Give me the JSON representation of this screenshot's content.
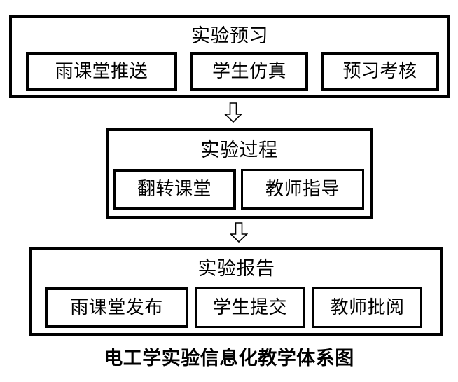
{
  "figure": {
    "caption": "电工学实验信息化教学体系图",
    "background_color": "#ffffff",
    "line_color": "#000000"
  },
  "stages": [
    {
      "title": "实验预习",
      "steps": [
        {
          "label": "雨课堂推送"
        },
        {
          "label": "学生仿真"
        },
        {
          "label": "预习考核"
        }
      ]
    },
    {
      "title": "实验过程",
      "steps": [
        {
          "label": "翻转课堂"
        },
        {
          "label": "教师指导"
        }
      ]
    },
    {
      "title": "实验报告",
      "steps": [
        {
          "label": "雨课堂发布"
        },
        {
          "label": "学生提交"
        },
        {
          "label": "教师批阅"
        }
      ]
    }
  ],
  "connectors": [
    {
      "icon": "arrow-down-icon",
      "from": "实验预习",
      "to": "实验过程"
    },
    {
      "icon": "arrow-down-icon",
      "from": "实验过程",
      "to": "实验报告"
    }
  ],
  "artifacts": {
    "top_bleed_text": ""
  }
}
